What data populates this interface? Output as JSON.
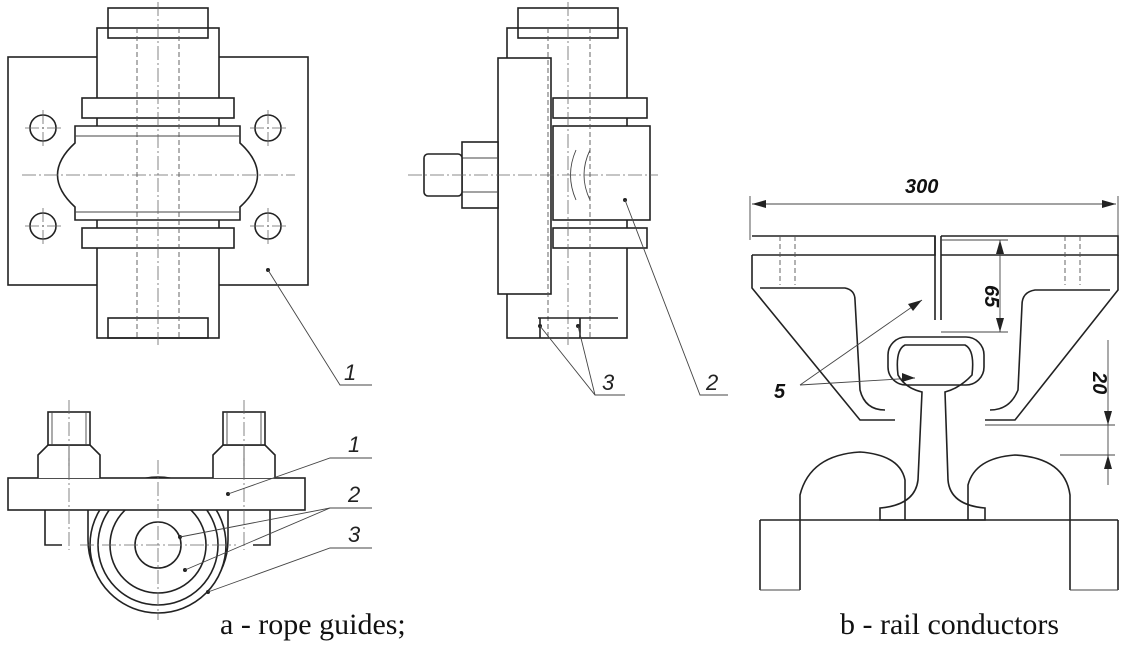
{
  "figure_a": {
    "callouts": {
      "body_front": "1",
      "body_top": "1",
      "liner_side": "2",
      "liner_top": "2",
      "bushing_side": "3",
      "bushing_top": "3"
    },
    "caption": "a - rope guides;"
  },
  "figure_b": {
    "dimensions": {
      "width": "300",
      "height": "65",
      "gap": "20"
    },
    "callout": "5",
    "caption": "b - rail conductors"
  }
}
